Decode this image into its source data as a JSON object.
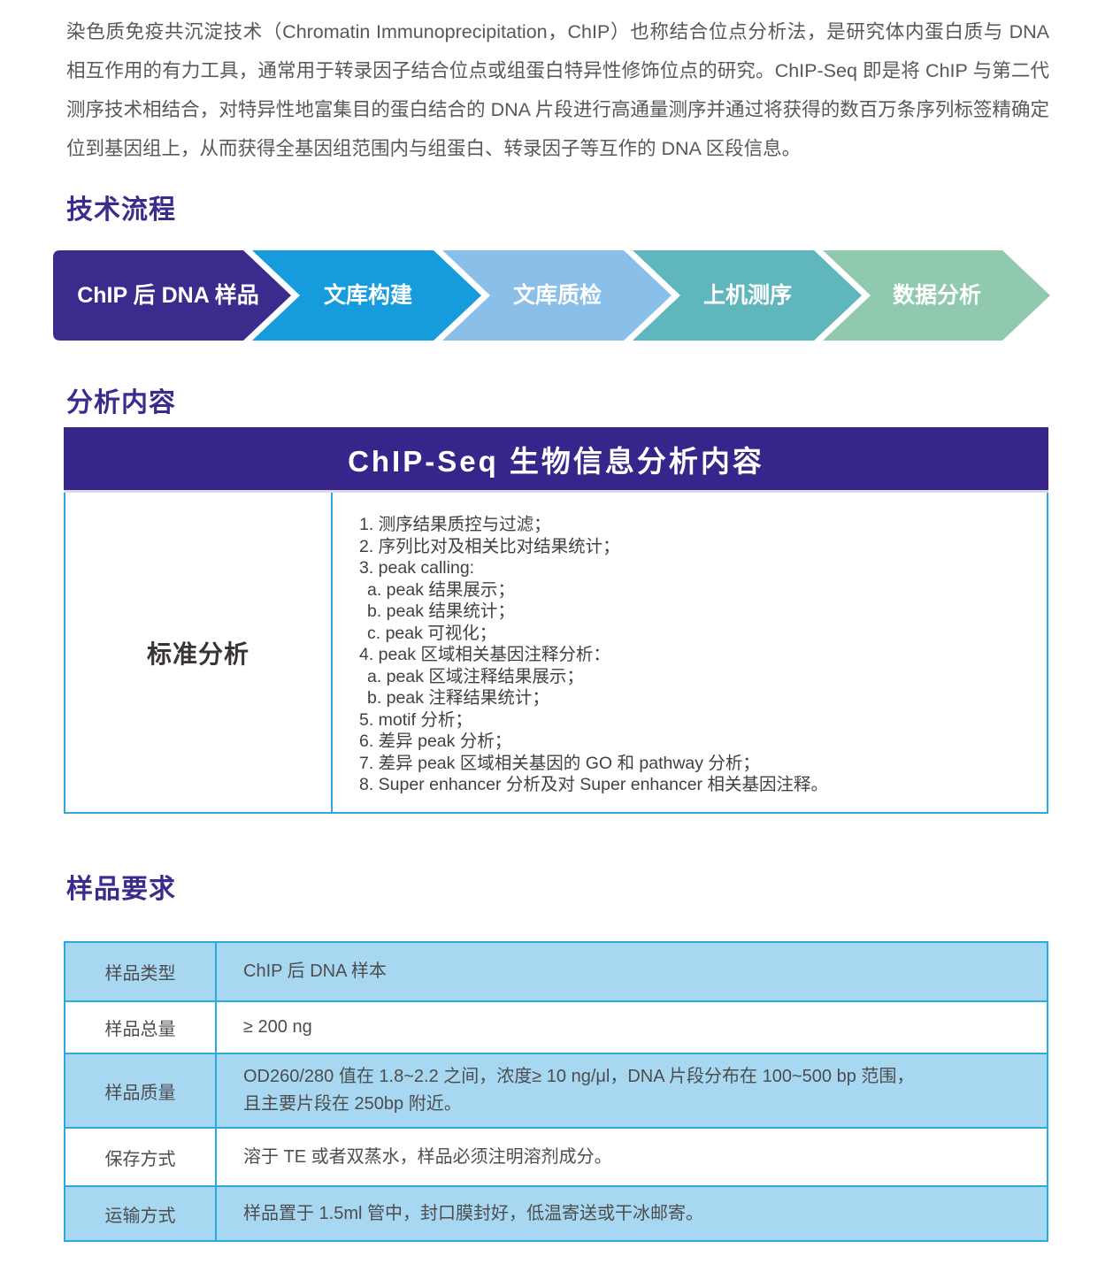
{
  "intro": "染色质免疫共沉淀技术（Chromatin Immunoprecipitation，ChIP）也称结合位点分析法，是研究体内蛋白质与 DNA 相互作用的有力工具，通常用于转录因子结合位点或组蛋白特异性修饰位点的研究。ChIP-Seq 即是将 ChIP 与第二代测序技术相结合，对特异性地富集目的蛋白结合的 DNA 片段进行高通量测序并通过将获得的数百万条序列标签精确定位到基因组上，从而获得全基因组范围内与组蛋白、转录因子等互作的 DNA 区段信息。",
  "sections": {
    "workflow": "技术流程",
    "analysis": "分析内容",
    "sample": "样品要求"
  },
  "flow": {
    "steps": [
      {
        "label": "ChIP 后 DNA 样品",
        "color": "#3B2B8D"
      },
      {
        "label": "文库构建",
        "color": "#169BDC"
      },
      {
        "label": "文库质检",
        "color": "#8ABFE9"
      },
      {
        "label": "上机测序",
        "color": "#5FB6BD"
      },
      {
        "label": "数据分析",
        "color": "#90C9AD"
      }
    ]
  },
  "analysis_table": {
    "header": "ChIP-Seq 生物信息分析内容",
    "row_label": "标准分析",
    "items": [
      "1. 测序结果质控与过滤；",
      "2. 序列比对及相关比对结果统计；",
      "3. peak calling:",
      "a. peak 结果展示；",
      "b. peak 结果统计；",
      "c. peak 可视化；",
      "4. peak 区域相关基因注释分析：",
      "a. peak 区域注释结果展示；",
      "b. peak 注释结果统计；",
      "5. motif 分析；",
      "6. 差异 peak 分析；",
      "7. 差异 peak 区域相关基因的 GO 和 pathway 分析；",
      "8. Super enhancer 分析及对 Super enhancer 相关基因注释。"
    ]
  },
  "sample_table": {
    "rows": [
      {
        "label": "样品类型",
        "value": "ChIP 后 DNA 样本"
      },
      {
        "label": "样品总量",
        "value": "≥ 200 ng"
      },
      {
        "label": "样品质量",
        "value": "OD260/280 值在 1.8~2.2 之间，浓度≥ 10 ng/μl，DNA 片段分布在 100~500 bp 范围，\n且主要片段在 250bp 附近。"
      },
      {
        "label": "保存方式",
        "value": "溶于 TE 或者双蒸水，样品必须注明溶剂成分。"
      },
      {
        "label": "运输方式",
        "value": "样品置于 1.5ml 管中，封口膜封好，低温寄送或干冰邮寄。"
      }
    ]
  },
  "colors": {
    "heading_purple": "#3B2B8C",
    "table_header_bg": "#38258B",
    "table_border_blue": "#29ABE2",
    "row_blue_bg": "#A7D7F1",
    "body_text": "#595757"
  }
}
